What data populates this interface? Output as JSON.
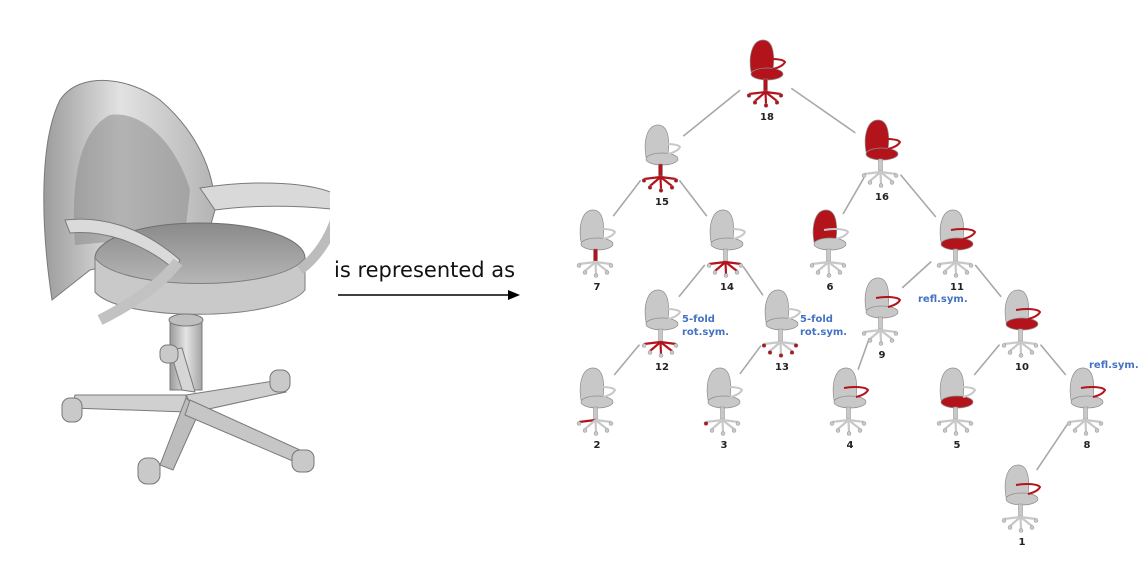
{
  "caption": "is represented as",
  "colors": {
    "highlight": "#b3141c",
    "mesh": "#c8c8c8",
    "edge": "#a8a8a8",
    "annotation": "#4472c4"
  },
  "tree": {
    "nodes": [
      {
        "id": "18",
        "label": "18",
        "highlight": "all"
      },
      {
        "id": "15",
        "label": "15",
        "highlight": "base"
      },
      {
        "id": "16",
        "label": "16",
        "highlight": "upper"
      },
      {
        "id": "7",
        "label": "7",
        "highlight": "stem"
      },
      {
        "id": "14",
        "label": "14",
        "highlight": "legs"
      },
      {
        "id": "6",
        "label": "6",
        "highlight": "back"
      },
      {
        "id": "11",
        "label": "11",
        "highlight": "seat-arms"
      },
      {
        "id": "12",
        "label": "12",
        "highlight": "legs"
      },
      {
        "id": "13",
        "label": "13",
        "highlight": "wheels"
      },
      {
        "id": "9",
        "label": "9",
        "highlight": "arm"
      },
      {
        "id": "10",
        "label": "10",
        "highlight": "seat-arms"
      },
      {
        "id": "2",
        "label": "2",
        "highlight": "leg"
      },
      {
        "id": "3",
        "label": "3",
        "highlight": "wheel"
      },
      {
        "id": "4",
        "label": "4",
        "highlight": "arm"
      },
      {
        "id": "5",
        "label": "5",
        "highlight": "seat"
      },
      {
        "id": "8",
        "label": "8",
        "highlight": "arm"
      },
      {
        "id": "1",
        "label": "1",
        "highlight": "arm"
      }
    ],
    "edges": [
      [
        "18",
        "15"
      ],
      [
        "18",
        "16"
      ],
      [
        "15",
        "7"
      ],
      [
        "15",
        "14"
      ],
      [
        "16",
        "6"
      ],
      [
        "16",
        "11"
      ],
      [
        "14",
        "12"
      ],
      [
        "14",
        "13"
      ],
      [
        "11",
        "9"
      ],
      [
        "11",
        "10"
      ],
      [
        "12",
        "2"
      ],
      [
        "13",
        "3"
      ],
      [
        "9",
        "4"
      ],
      [
        "10",
        "5"
      ],
      [
        "10",
        "8"
      ],
      [
        "8",
        "1"
      ]
    ],
    "annotations": [
      {
        "node": "12",
        "lines": [
          "5-fold",
          "rot.sym."
        ]
      },
      {
        "node": "13",
        "lines": [
          "5-fold",
          "rot.sym."
        ]
      },
      {
        "node": "9",
        "lines": [
          "refl.sym."
        ]
      },
      {
        "node": "8",
        "lines": [
          "refl.sym."
        ]
      }
    ]
  }
}
